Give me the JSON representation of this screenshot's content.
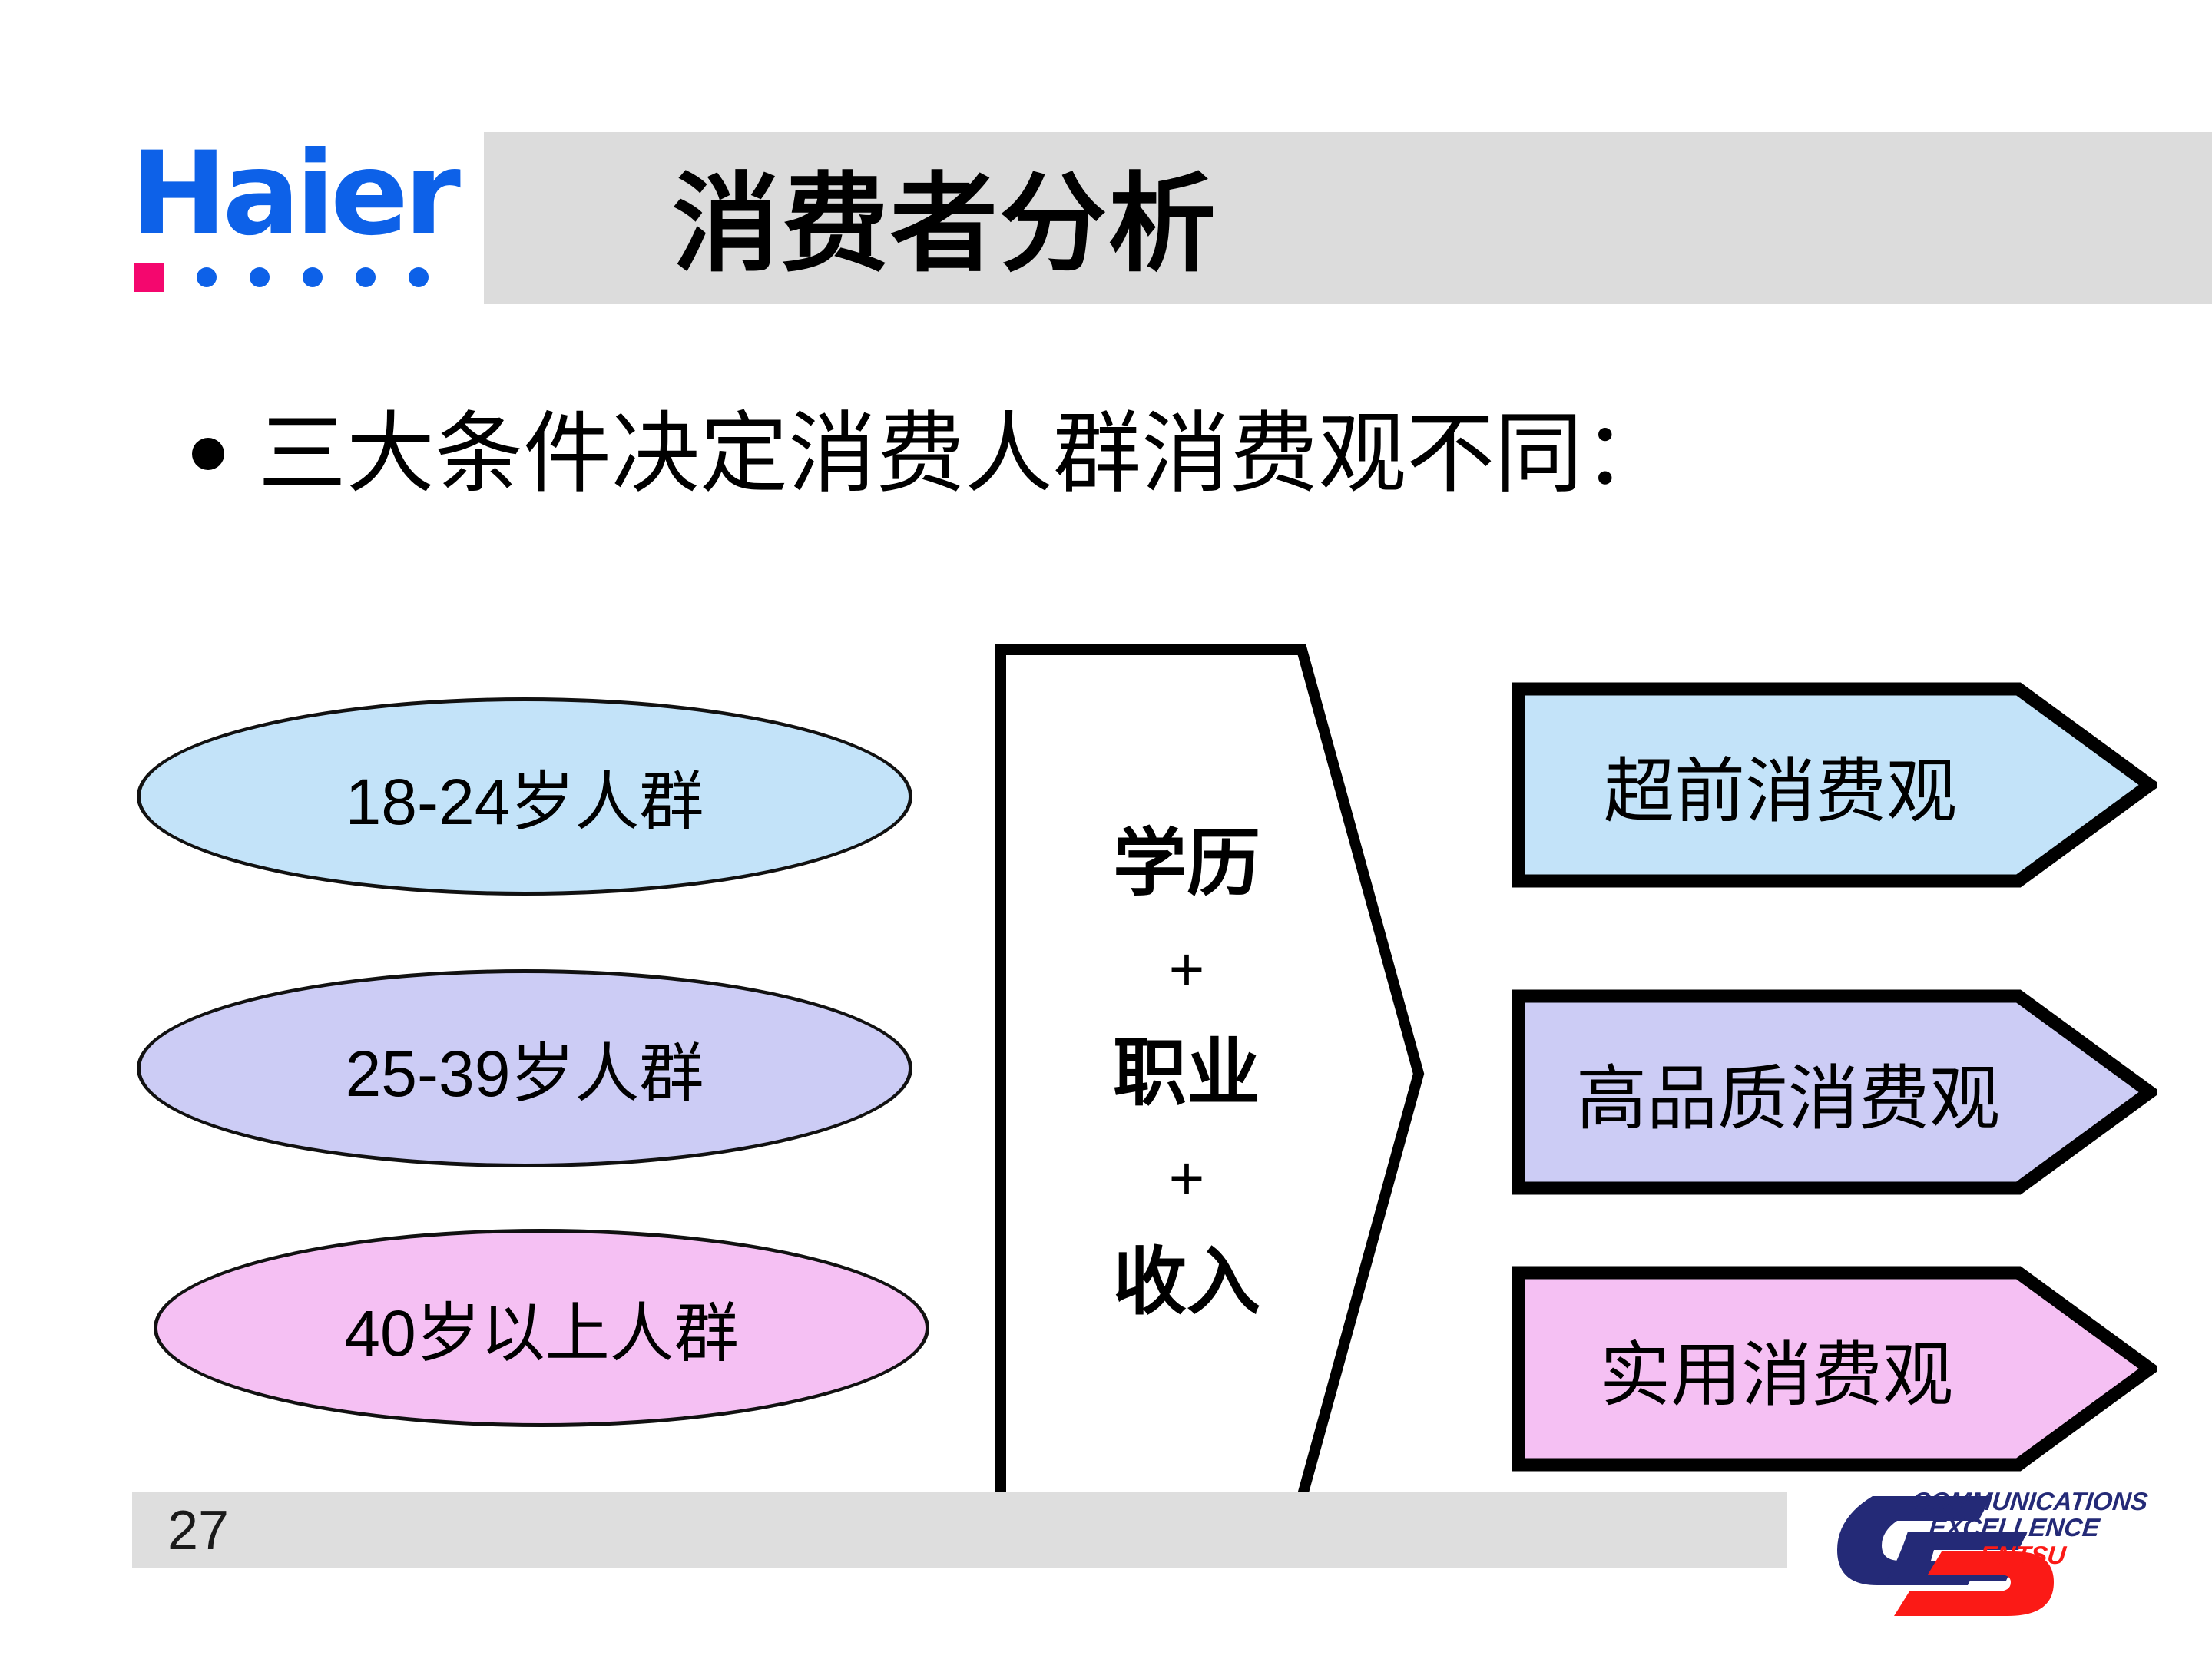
{
  "slide": {
    "title": "消费者分析",
    "page_number": "27",
    "bullet": "三大条件决定消费人群消费观不同："
  },
  "brand_logo": {
    "wordmark": "Haier",
    "square_color": "#f4076e",
    "word_color": "#0d61e8",
    "dot_count": 5
  },
  "segments": [
    {
      "label": "18-24岁人群",
      "color": "#c3e3f9"
    },
    {
      "label": "25-39岁人群",
      "color": "#ccccf5"
    },
    {
      "label": "40岁以上人群",
      "color": "#f5c0f3"
    }
  ],
  "criteria": {
    "terms": [
      "学历",
      "职业",
      "收入"
    ],
    "operator": "+"
  },
  "outcomes": [
    {
      "label": "超前消费观",
      "color": "#c3e3f9"
    },
    {
      "label": "高品质消费观",
      "color": "#ccccf5"
    },
    {
      "label": "实用消费观",
      "color": "#f5c0f3"
    }
  ],
  "footer_logo": {
    "line1": "COMMUNICATIONS",
    "line2": "EXCELLENCE",
    "line3": "ENTSU",
    "navy": "#242a77",
    "red": "#fb1a16"
  }
}
